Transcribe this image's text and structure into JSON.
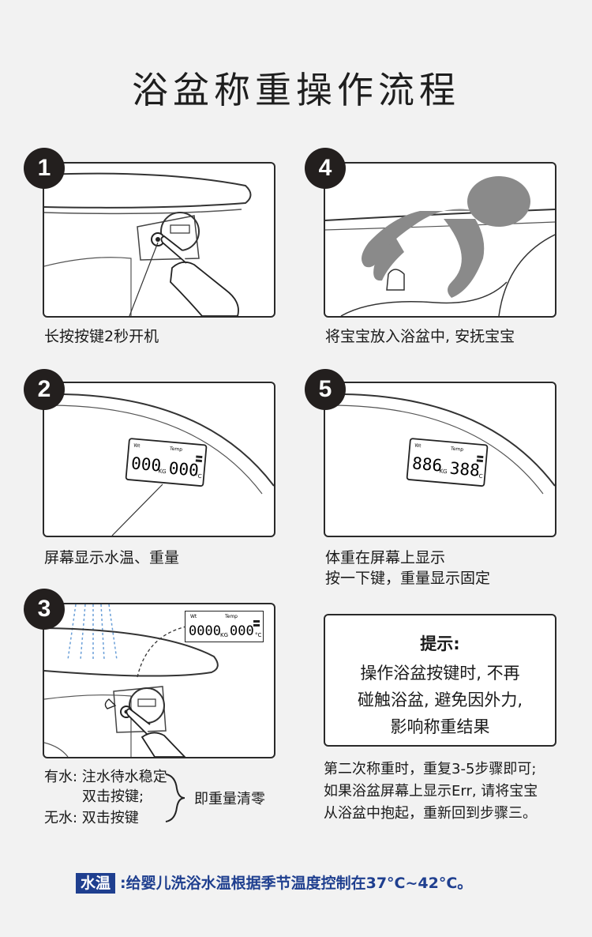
{
  "title": "浴盆称重操作流程",
  "steps": [
    {
      "num": "1",
      "caption": "长按按键2秒开机"
    },
    {
      "num": "2",
      "caption": "屏幕显示水温、重量"
    },
    {
      "num": "3",
      "caption_lines": [
        "有水: 注水待水稳定",
        "双击按键;",
        "无水: 双击按键"
      ],
      "brace_label": "即重量清零"
    },
    {
      "num": "4",
      "caption": "将宝宝放入浴盆中, 安抚宝宝"
    },
    {
      "num": "5",
      "caption_lines": [
        "体重在屏幕上显示",
        "按一下键，重量显示固定"
      ]
    }
  ],
  "display": {
    "step2": {
      "weight": "000",
      "weight_unit": "KG",
      "temp": "000",
      "temp_unit": "°C",
      "wt_label": "Wt",
      "temp_label": "Temp"
    },
    "step3": {
      "weight": "0000",
      "weight_unit": "KG",
      "temp": "000",
      "temp_unit": "°C",
      "wt_label": "Wt",
      "temp_label": "Temp"
    },
    "step5": {
      "weight": "886",
      "weight_unit": "KG",
      "temp": "388",
      "temp_unit": "°C",
      "wt_label": "Wt",
      "temp_label": "Temp"
    }
  },
  "tip": {
    "heading": "提示:",
    "lines": [
      "操作浴盆按键时, 不再",
      "碰触浴盆, 避免因外力,",
      "影响称重结果"
    ]
  },
  "note_lines": [
    "第二次称重时，重复3-5步骤即可;",
    "如果浴盆屏幕上显示Err, 请将宝宝",
    "从浴盆中抱起，重新回到步骤三。"
  ],
  "footer": {
    "tag": "水温",
    "text": ":给婴儿洗浴水温根据季节温度控制在37°C~42°C。"
  },
  "colors": {
    "accent": "#1f3f8f",
    "badge": "#231f1e",
    "baby": "#8a8a8a"
  }
}
